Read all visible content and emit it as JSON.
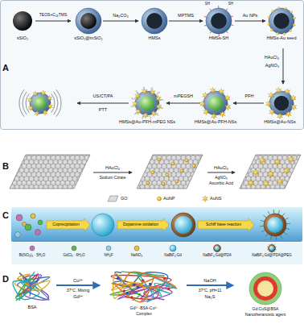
{
  "diagram": {
    "labels": [
      "A",
      "sSiO₂",
      "TEOS+C₁₈TMS",
      "sSiO₂@mSiO₂",
      "Na₂CO₃",
      "HMSs",
      "MPTMS",
      "SH",
      "SH",
      "HMSs-SH",
      "Au NPs",
      "HMSs-Au seed",
      "HAuCl₄",
      "AgNO₃",
      "HMSs@Au-NSs",
      "PFH",
      "HMSs@Au-PFH-NSs",
      "mPEGSH",
      "HMSs@Au-PFH-mPEG NSs",
      "US/CT/PA",
      "PTT",
      "B",
      "HAuCl₄",
      "Sodium Citrate",
      "HAuCl₄",
      "AgNO₃",
      "Ascorbic Acid",
      "C",
      "Coprecipitation",
      "Dopamine oxidation",
      "Schiff base reaction",
      "Bi(NO₃)₃ · 5H₂O",
      "GdCl₃ · 6H₂O",
      "NH₄F",
      "NaNO₃",
      "NaBiF₄:Gd",
      "NaBiF₄:Gd@PDA",
      "NaBiF₄:Gd@PDA@PEG",
      "D",
      "BSA",
      "Cu²⁺",
      "37°C, Mixing",
      "Gd³⁺",
      "Gd³⁺-BSA-Cu²⁺",
      "Complex",
      "NaOH",
      "37°C, pH=11",
      "Na₂S",
      "Gd:CuS@BSA",
      "Nanotheranostic agent"
    ],
    "legend": [
      {
        "text": "GO"
      },
      {
        "text": "AuNP"
      },
      {
        "text": "AuNS"
      }
    ]
  }
}
